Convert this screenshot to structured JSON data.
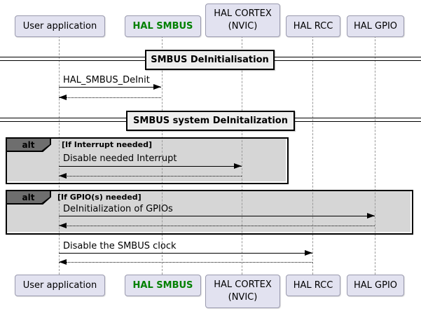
{
  "diagram": {
    "title_context": "SMBUS HAL driver sequence diagram",
    "participants": [
      {
        "id": "user-application",
        "label": "User application",
        "text_color": "#000000",
        "bold": false
      },
      {
        "id": "hal-smbus",
        "label": "HAL SMBUS",
        "text_color": "#008000",
        "bold": true
      },
      {
        "id": "hal-cortex-nvic",
        "label": "HAL CORTEX\n(NVIC)",
        "text_color": "#000000",
        "bold": false
      },
      {
        "id": "hal-rcc",
        "label": "HAL RCC",
        "text_color": "#000000",
        "bold": false
      },
      {
        "id": "hal-gpio",
        "label": "HAL GPIO",
        "text_color": "#000000",
        "bold": false
      }
    ],
    "dividers": [
      {
        "label": "SMBUS DeInitialisation"
      },
      {
        "label": "SMBUS system DeInitalization"
      }
    ],
    "frames": [
      {
        "keyword": "alt",
        "condition": "[If Interrupt needed]"
      },
      {
        "keyword": "alt",
        "condition": "[If GPIO(s) needed]"
      }
    ],
    "messages": [
      {
        "label": "HAL_SMBUS_DeInit",
        "from": "User application",
        "to": "HAL SMBUS",
        "style": "solid",
        "has_dotted_return": true
      },
      {
        "label": "Disable needed Interrupt",
        "from": "User application",
        "to": "HAL CORTEX (NVIC)",
        "style": "solid",
        "has_dotted_return": true
      },
      {
        "label": "DeInitialization of GPIOs",
        "from": "User application",
        "to": "HAL GPIO",
        "style": "solid",
        "has_dotted_return": true
      },
      {
        "label": "Disable the SMBUS clock",
        "from": "User application",
        "to": "HAL RCC",
        "style": "solid",
        "has_dotted_return": true
      }
    ],
    "colors": {
      "background": "#FFFFFF",
      "participant_fill": "#E2E2F0",
      "participant_border": "#9A9AAE",
      "hal_smbus_text": "#008000",
      "frame_fill": "#D6D6D6",
      "frame_border": "#000000",
      "alt_pentagon_fill": "#6E6E6E",
      "divider_fill": "#EEEEEE",
      "lifeline": "#9A9A9A",
      "arrow": "#000000"
    }
  }
}
